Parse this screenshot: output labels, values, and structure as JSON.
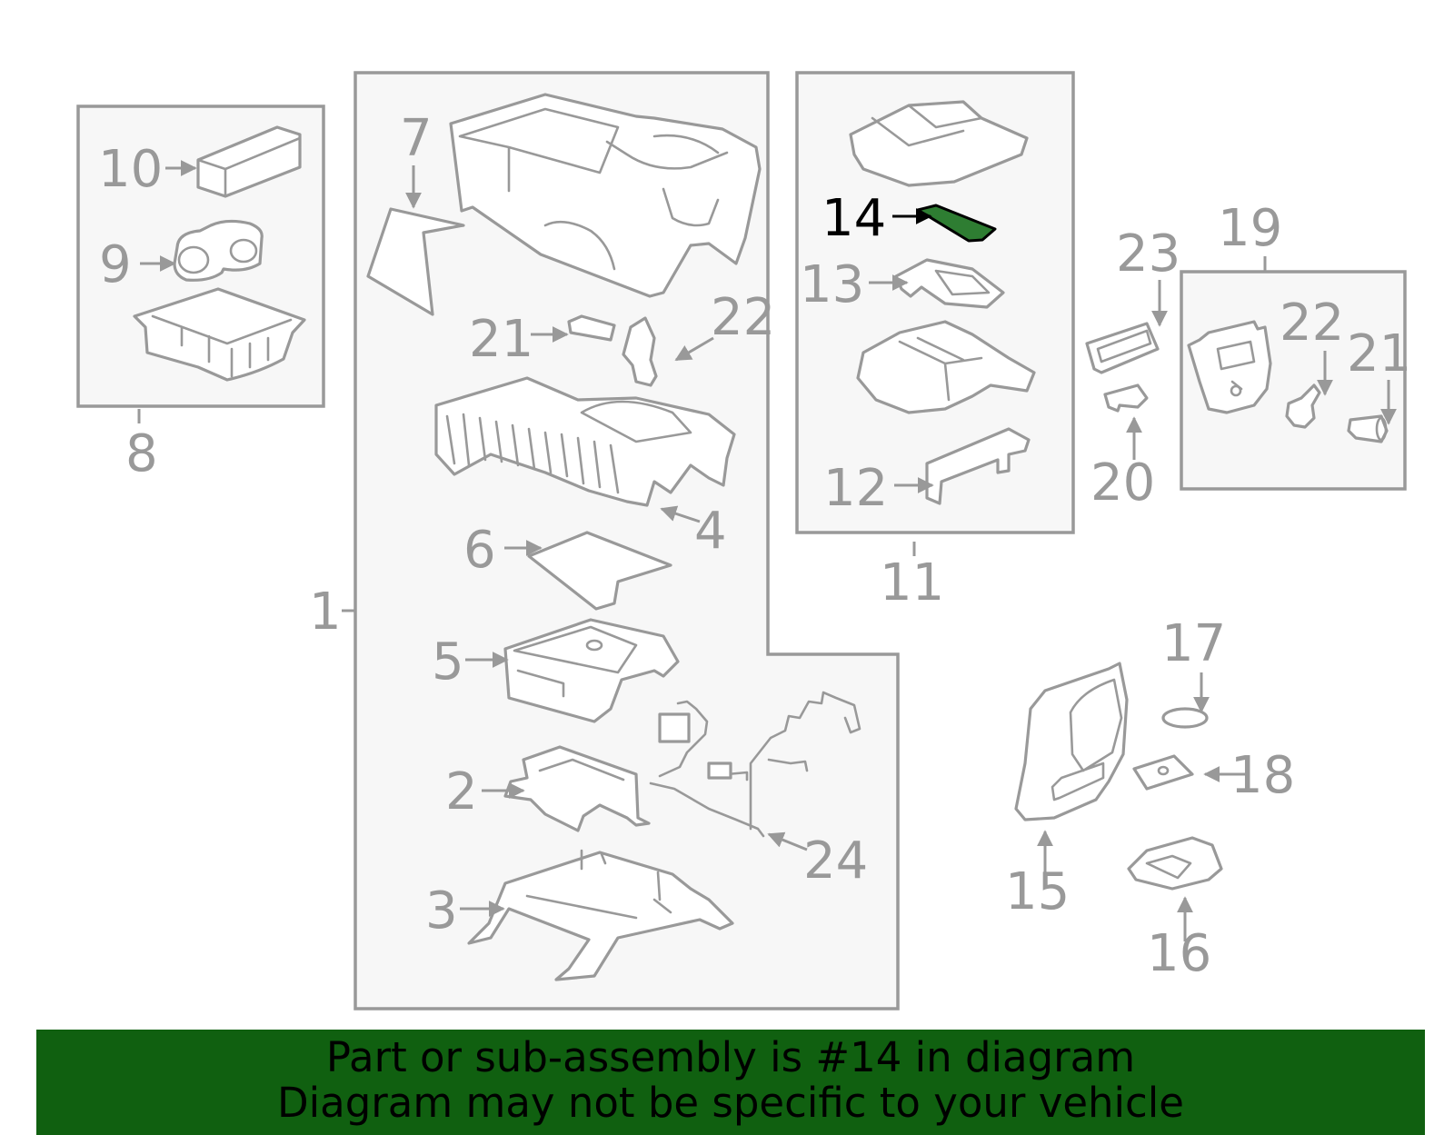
{
  "diagram": {
    "highlighted_part": "14",
    "highlight_color": "#2e7d32",
    "callouts": {
      "c1": "1",
      "c2": "2",
      "c3": "3",
      "c4": "4",
      "c5": "5",
      "c6": "6",
      "c7": "7",
      "c8": "8",
      "c9": "9",
      "c10": "10",
      "c11": "11",
      "c12": "12",
      "c13": "13",
      "c14": "14",
      "c15": "15",
      "c16": "16",
      "c17": "17",
      "c18": "18",
      "c19": "19",
      "c20": "20",
      "c21a": "21",
      "c21b": "21",
      "c22a": "22",
      "c22b": "22",
      "c23": "23",
      "c24": "24"
    }
  },
  "banner": {
    "line1": "Part or sub-assembly is #14 in diagram",
    "line2": "Diagram may not be specific to your vehicle",
    "background": "#106010"
  }
}
